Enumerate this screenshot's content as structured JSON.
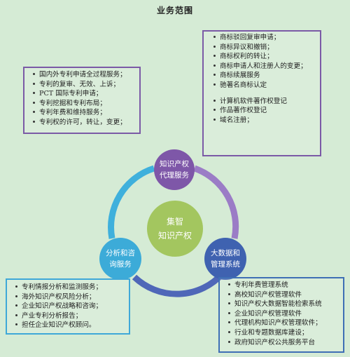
{
  "title": "业务范围",
  "center": {
    "line1": "集智",
    "line2": "知识产权"
  },
  "nodes": {
    "ip_agency": {
      "line1": "知识产权",
      "line2": "代理服务"
    },
    "analysis": {
      "line1": "分析和咨",
      "line2": "询服务"
    },
    "bigdata": {
      "line1": "大数据和",
      "line2": "管理系统"
    }
  },
  "colors": {
    "background": "#d5ebd5",
    "center": "#a3c65f",
    "ip_agency": "#7e57a8",
    "analysis": "#3cabd8",
    "bigdata": "#3f62b0"
  },
  "patent_box": {
    "items": [
      "国内外专利申请全过程服务；",
      "专利的复审、无效、上诉；",
      "PCT 国际专利申请；",
      "专利挖掘和专利布局；",
      "专利年费和维持服务；",
      "专利权的许可，转让，变更；"
    ]
  },
  "trademark_box": {
    "items": [
      "商标驳回复审申请；",
      "商标异议和撤销；",
      "商标权利的转让；",
      "商标申请人和注册人的变更；",
      "商标续展服务",
      "驰著名商标认定"
    ],
    "items2": [
      "计算机软件著作权登记",
      "作品著作权登记",
      "域名注册；"
    ]
  },
  "analysis_box": {
    "items": [
      "专利情报分析和监测服务；",
      "海外知识产权风险分析；",
      "企业知识产权战略和咨询；",
      "产业专利分析报告；",
      "担任企业知识产权顾问。"
    ]
  },
  "bigdata_box": {
    "items": [
      "专利年费管理系统",
      "高校知识产权管理软件",
      "知识产权大数据智能检索系统",
      "企业知识产权管理软件",
      "代理机构知识产权管理软件；",
      "行业和专题数据库建设；",
      "政府知识产权公共服务平台"
    ]
  }
}
